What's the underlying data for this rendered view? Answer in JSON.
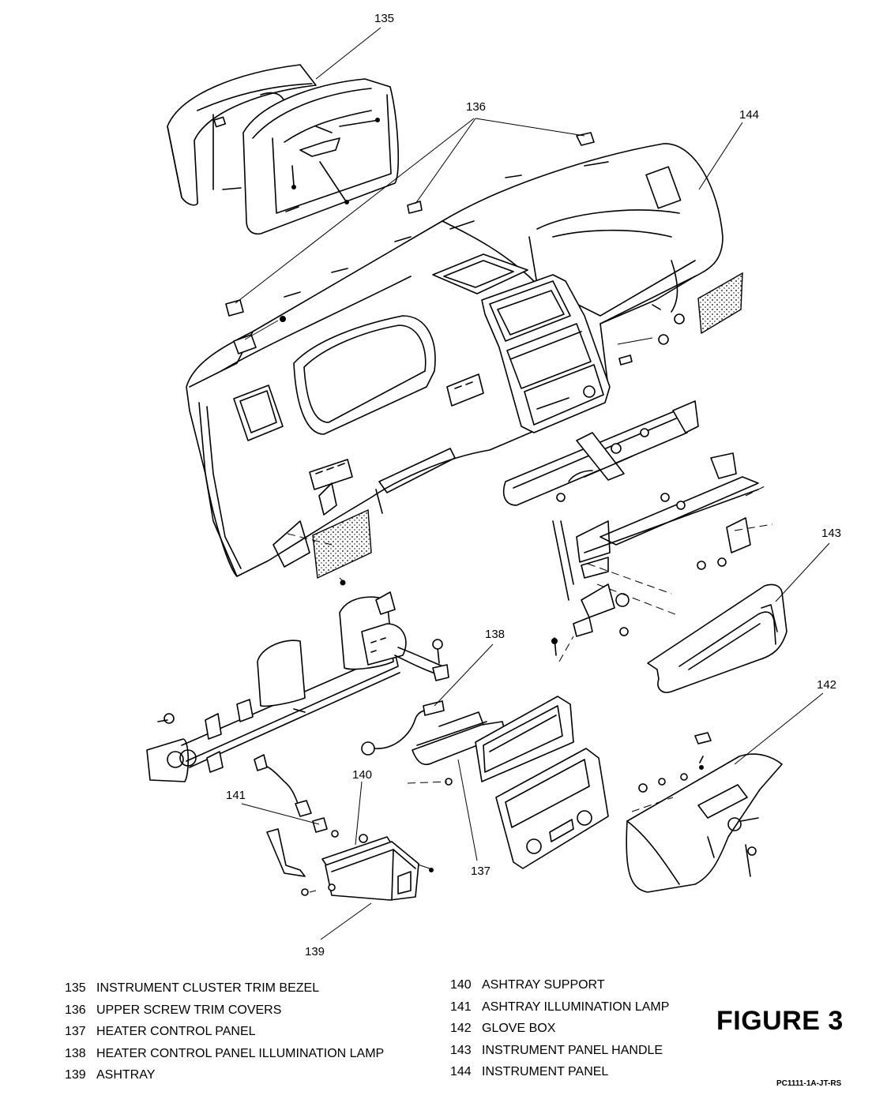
{
  "callouts": {
    "c135": "135",
    "c136": "136",
    "c137": "137",
    "c138": "138",
    "c139": "139",
    "c140": "140",
    "c141": "141",
    "c142": "142",
    "c143": "143",
    "c144": "144"
  },
  "legend": {
    "left": [
      {
        "num": "135",
        "label": "INSTRUMENT CLUSTER TRIM BEZEL"
      },
      {
        "num": "136",
        "label": "UPPER SCREW TRIM COVERS"
      },
      {
        "num": "137",
        "label": "HEATER CONTROL PANEL"
      },
      {
        "num": "138",
        "label": "HEATER CONTROL PANEL ILLUMINATION LAMP"
      },
      {
        "num": "139",
        "label": "ASHTRAY"
      }
    ],
    "right": [
      {
        "num": "140",
        "label": "ASHTRAY SUPPORT"
      },
      {
        "num": "141",
        "label": "ASHTRAY ILLUMINATION LAMP"
      },
      {
        "num": "142",
        "label": "GLOVE BOX"
      },
      {
        "num": "143",
        "label": "INSTRUMENT PANEL HANDLE"
      },
      {
        "num": "144",
        "label": "INSTRUMENT PANEL"
      }
    ]
  },
  "figure_label": "FIGURE 3",
  "figure_code": "PC1111-1A-JT-RS"
}
